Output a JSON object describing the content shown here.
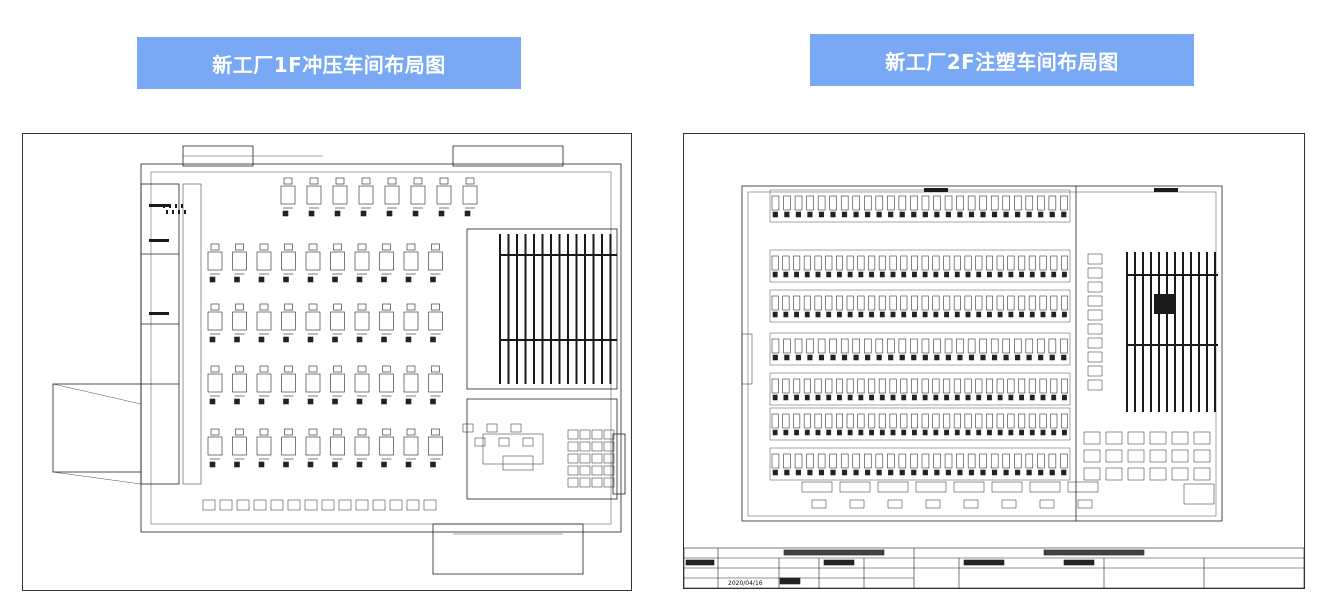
{
  "banners": {
    "left": "新工厂1F冲压车间布局图",
    "right": "新工厂2F注塑车间布局图"
  },
  "colors": {
    "banner_bg": "#79a8f5",
    "banner_text": "#ffffff",
    "line": "#222222"
  },
  "title_block": {
    "date": "2020/04/16"
  }
}
